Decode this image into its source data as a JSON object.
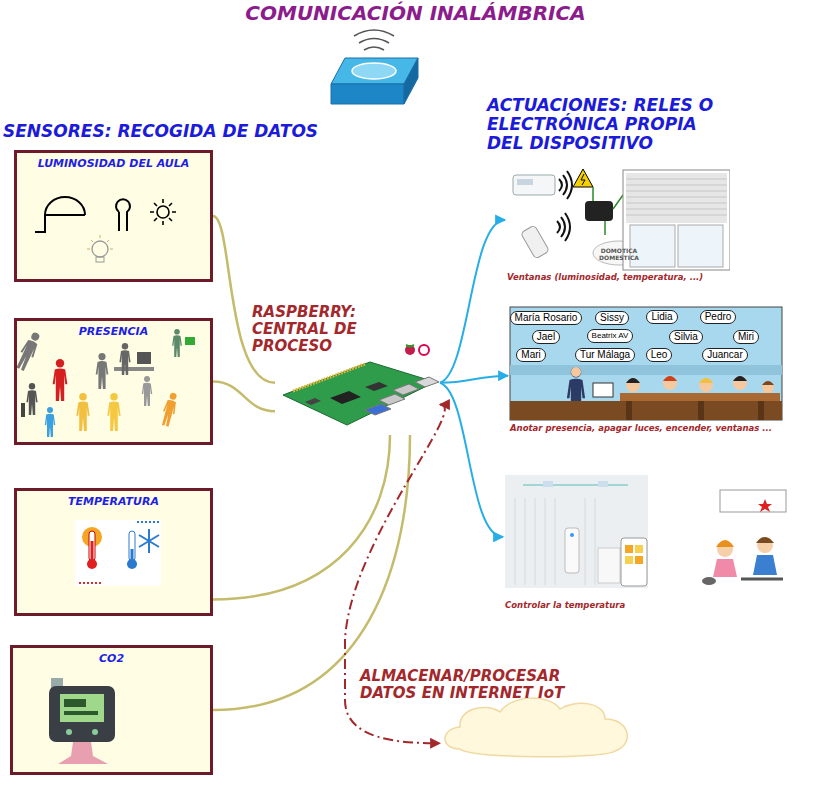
{
  "diagram": {
    "title": "COMUNICACIÓN INALÁMBRICA",
    "nodes": [
      {
        "text": [
          "LUMINOSIDAD DEL AULA"
        ]
      },
      {
        "text": [
          "PRESENCIA"
        ]
      },
      {
        "text": [
          "TEMPERATURA"
        ]
      },
      {
        "text": [
          "CO2"
        ]
      },
      {
        "text": [
          "RASPBERRY: CENTRAL DE PROCESO"
        ]
      },
      {
        "text": [
          "Ventanas (luminosidad, temperatura, ...)"
        ]
      },
      {
        "text": [
          "Anotar presencia, apagar luces, encender, ventanas ..."
        ]
      },
      {
        "text": [
          "Controlar la temperatura"
        ]
      },
      {
        "text": [
          "ALMACENAR/PROCESAR DATOS EN INTERNET IoT"
        ]
      }
    ],
    "edges": [
      {
        "from": 0,
        "to": 4,
        "arrow": "none"
      },
      {
        "from": 1,
        "to": 4,
        "arrow": "none"
      },
      {
        "from": 2,
        "to": 4,
        "arrow": "none"
      },
      {
        "from": 3,
        "to": 4,
        "arrow": "none"
      },
      {
        "from": 4,
        "to": 5,
        "arrow": "to"
      },
      {
        "from": 4,
        "to": 6,
        "arrow": "to"
      },
      {
        "from": 4,
        "to": 7,
        "arrow": "to"
      },
      {
        "from": 4,
        "to": 8,
        "arrow": "both"
      }
    ],
    "labels": [
      "SENSORES: RECOGIDA DE DATOS",
      "ACTUACIONES: RELES O ELECTRÓNICA PROPIA DEL DISPOSITIVO",
      "DOMOTICA DOMESTICA",
      "María Rosario",
      "Sissy",
      "Lidia",
      "Pedro",
      "Jael",
      "Beatrix AV",
      "Silvia",
      "Miri",
      "Mari",
      "Tur Málaga",
      "Leo",
      "Juancar"
    ]
  }
}
